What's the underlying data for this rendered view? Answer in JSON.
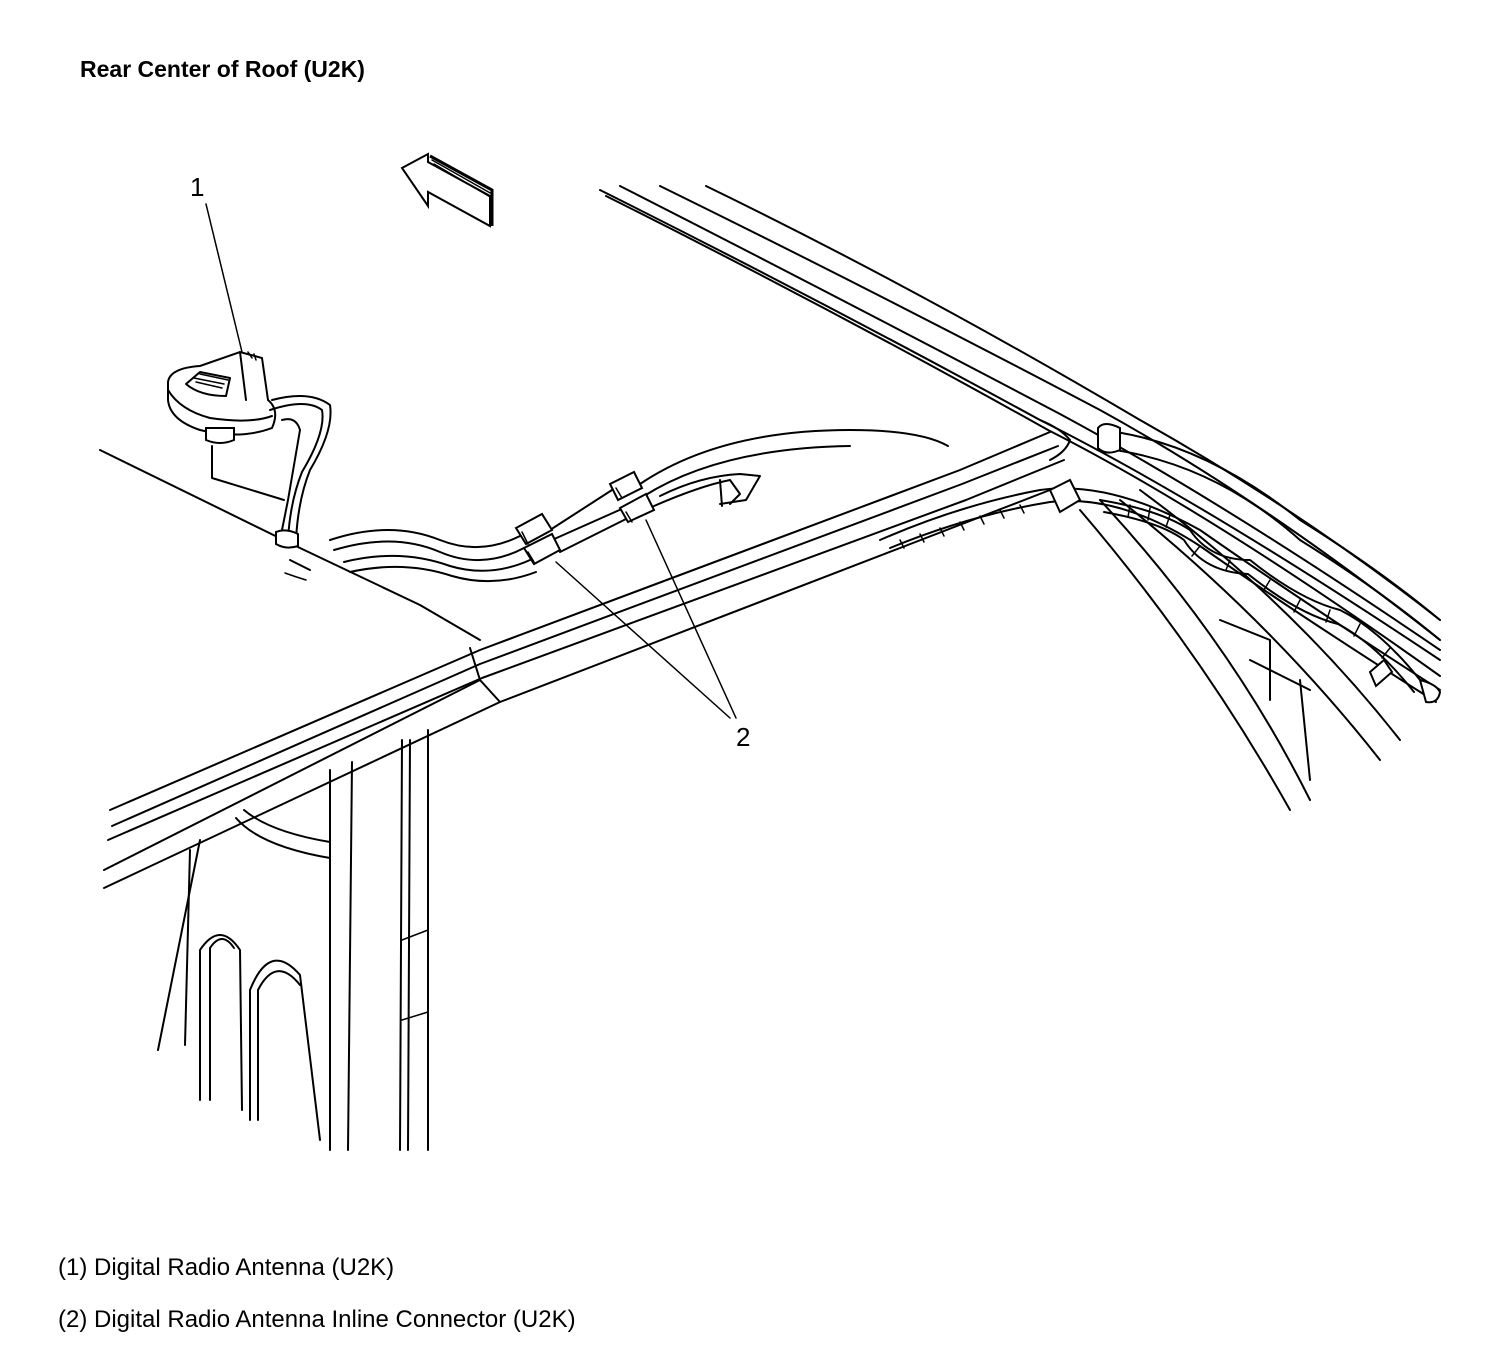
{
  "title": "Rear Center of Roof (U2K)",
  "callouts": [
    {
      "id": "1",
      "text": "1"
    },
    {
      "id": "2",
      "text": "2"
    }
  ],
  "legend": [
    {
      "text": "(1) Digital Radio Antenna (U2K)"
    },
    {
      "text": "(2) Digital Radio Antenna Inline Connector (U2K)"
    }
  ]
}
